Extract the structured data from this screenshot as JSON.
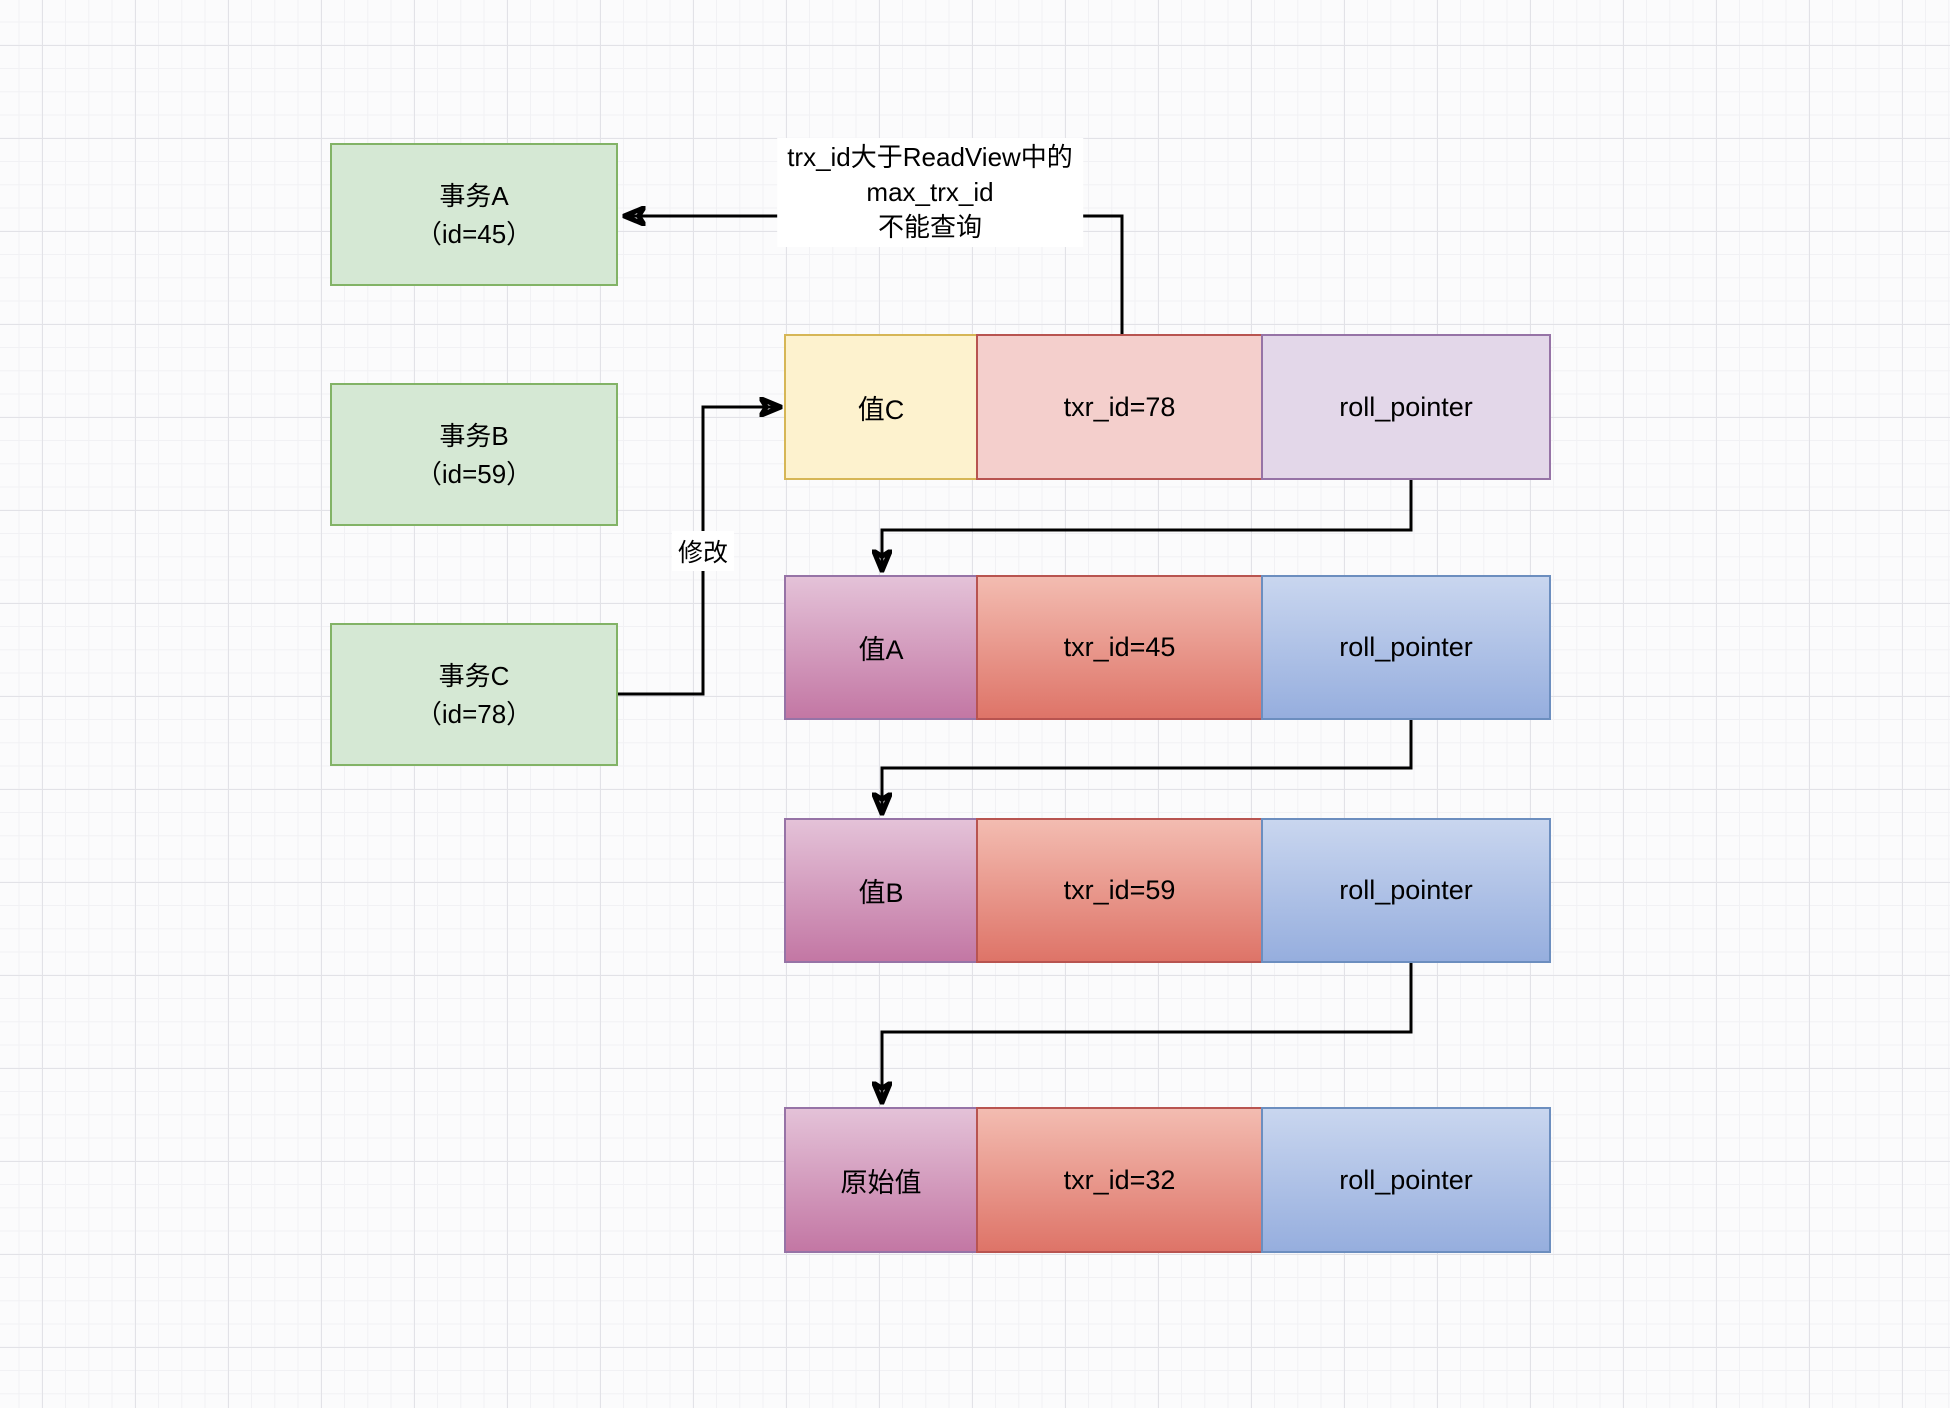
{
  "diagram": {
    "transactions": [
      {
        "title": "事务A",
        "subtitle": "（id=45）"
      },
      {
        "title": "事务B",
        "subtitle": "（id=59）"
      },
      {
        "title": "事务C",
        "subtitle": "（id=78）"
      }
    ],
    "annotation": {
      "line1": "trx_id大于ReadView中的",
      "line2": "max_trx_id",
      "line3": "不能查询"
    },
    "modify_label": "修改",
    "versions": [
      {
        "value": "值C",
        "trx": "txr_id=78",
        "roll": "roll_pointer"
      },
      {
        "value": "值A",
        "trx": "txr_id=45",
        "roll": "roll_pointer"
      },
      {
        "value": "值B",
        "trx": "txr_id=59",
        "roll": "roll_pointer"
      },
      {
        "value": "原始值",
        "trx": "txr_id=32",
        "roll": "roll_pointer"
      }
    ],
    "colors": {
      "green_fill": "#d5e8d4",
      "green_border": "#82b366",
      "yellow_fill": "#fdf2ce",
      "yellow_border": "#d6b656",
      "pink_fill": "#f4cfcc",
      "pink_border": "#b85450",
      "lavender_fill": "#e3d7e9",
      "lavender_border": "#9673a6",
      "mauve_top": "#e4c2d8",
      "mauve_bottom": "#c377a4",
      "mauve_border": "#9673a6",
      "red_top": "#f3bcb1",
      "red_bottom": "#de7468",
      "red_border": "#b85450",
      "blue_top": "#c9d6ef",
      "blue_bottom": "#96aede",
      "blue_border": "#6c8ebf",
      "line_color": "#000000"
    }
  }
}
